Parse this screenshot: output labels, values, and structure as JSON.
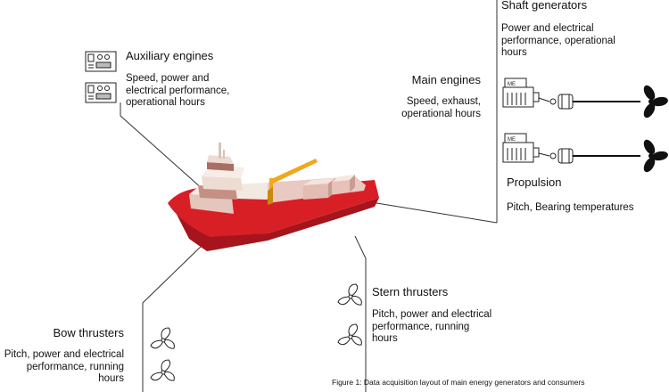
{
  "auxiliary_engines": {
    "title": "Auxiliary engines",
    "desc": "Speed, power  and\nelectrical performance,\noperational hours"
  },
  "shaft_generators": {
    "title": "Shaft generators",
    "desc": "Power and electrical\nperformance, operational\nhours"
  },
  "main_engines": {
    "title": "Main engines",
    "desc": "Speed, exhaust,\noperational hours",
    "engine_label": "ME"
  },
  "propulsion": {
    "title": "Propulsion",
    "desc": "Pitch, Bearing temperatures"
  },
  "stern_thrusters": {
    "title": "Stern thrusters",
    "desc": "Pitch, power and electrical\nperformance, running\nhours"
  },
  "bow_thrusters": {
    "title": "Bow thrusters",
    "desc": "Pitch, power and electrical\nperformance, running\nhours"
  },
  "caption": "Figure 1: Data acquisition layout of main energy generators and consumers",
  "colors": {
    "hull_red": "#d81f26",
    "hull_dark": "#a5151b",
    "deck": "#f2e9e1",
    "superstructure": "#ecdcd2",
    "crane_yellow": "#f0a81c",
    "line": "#333333"
  }
}
